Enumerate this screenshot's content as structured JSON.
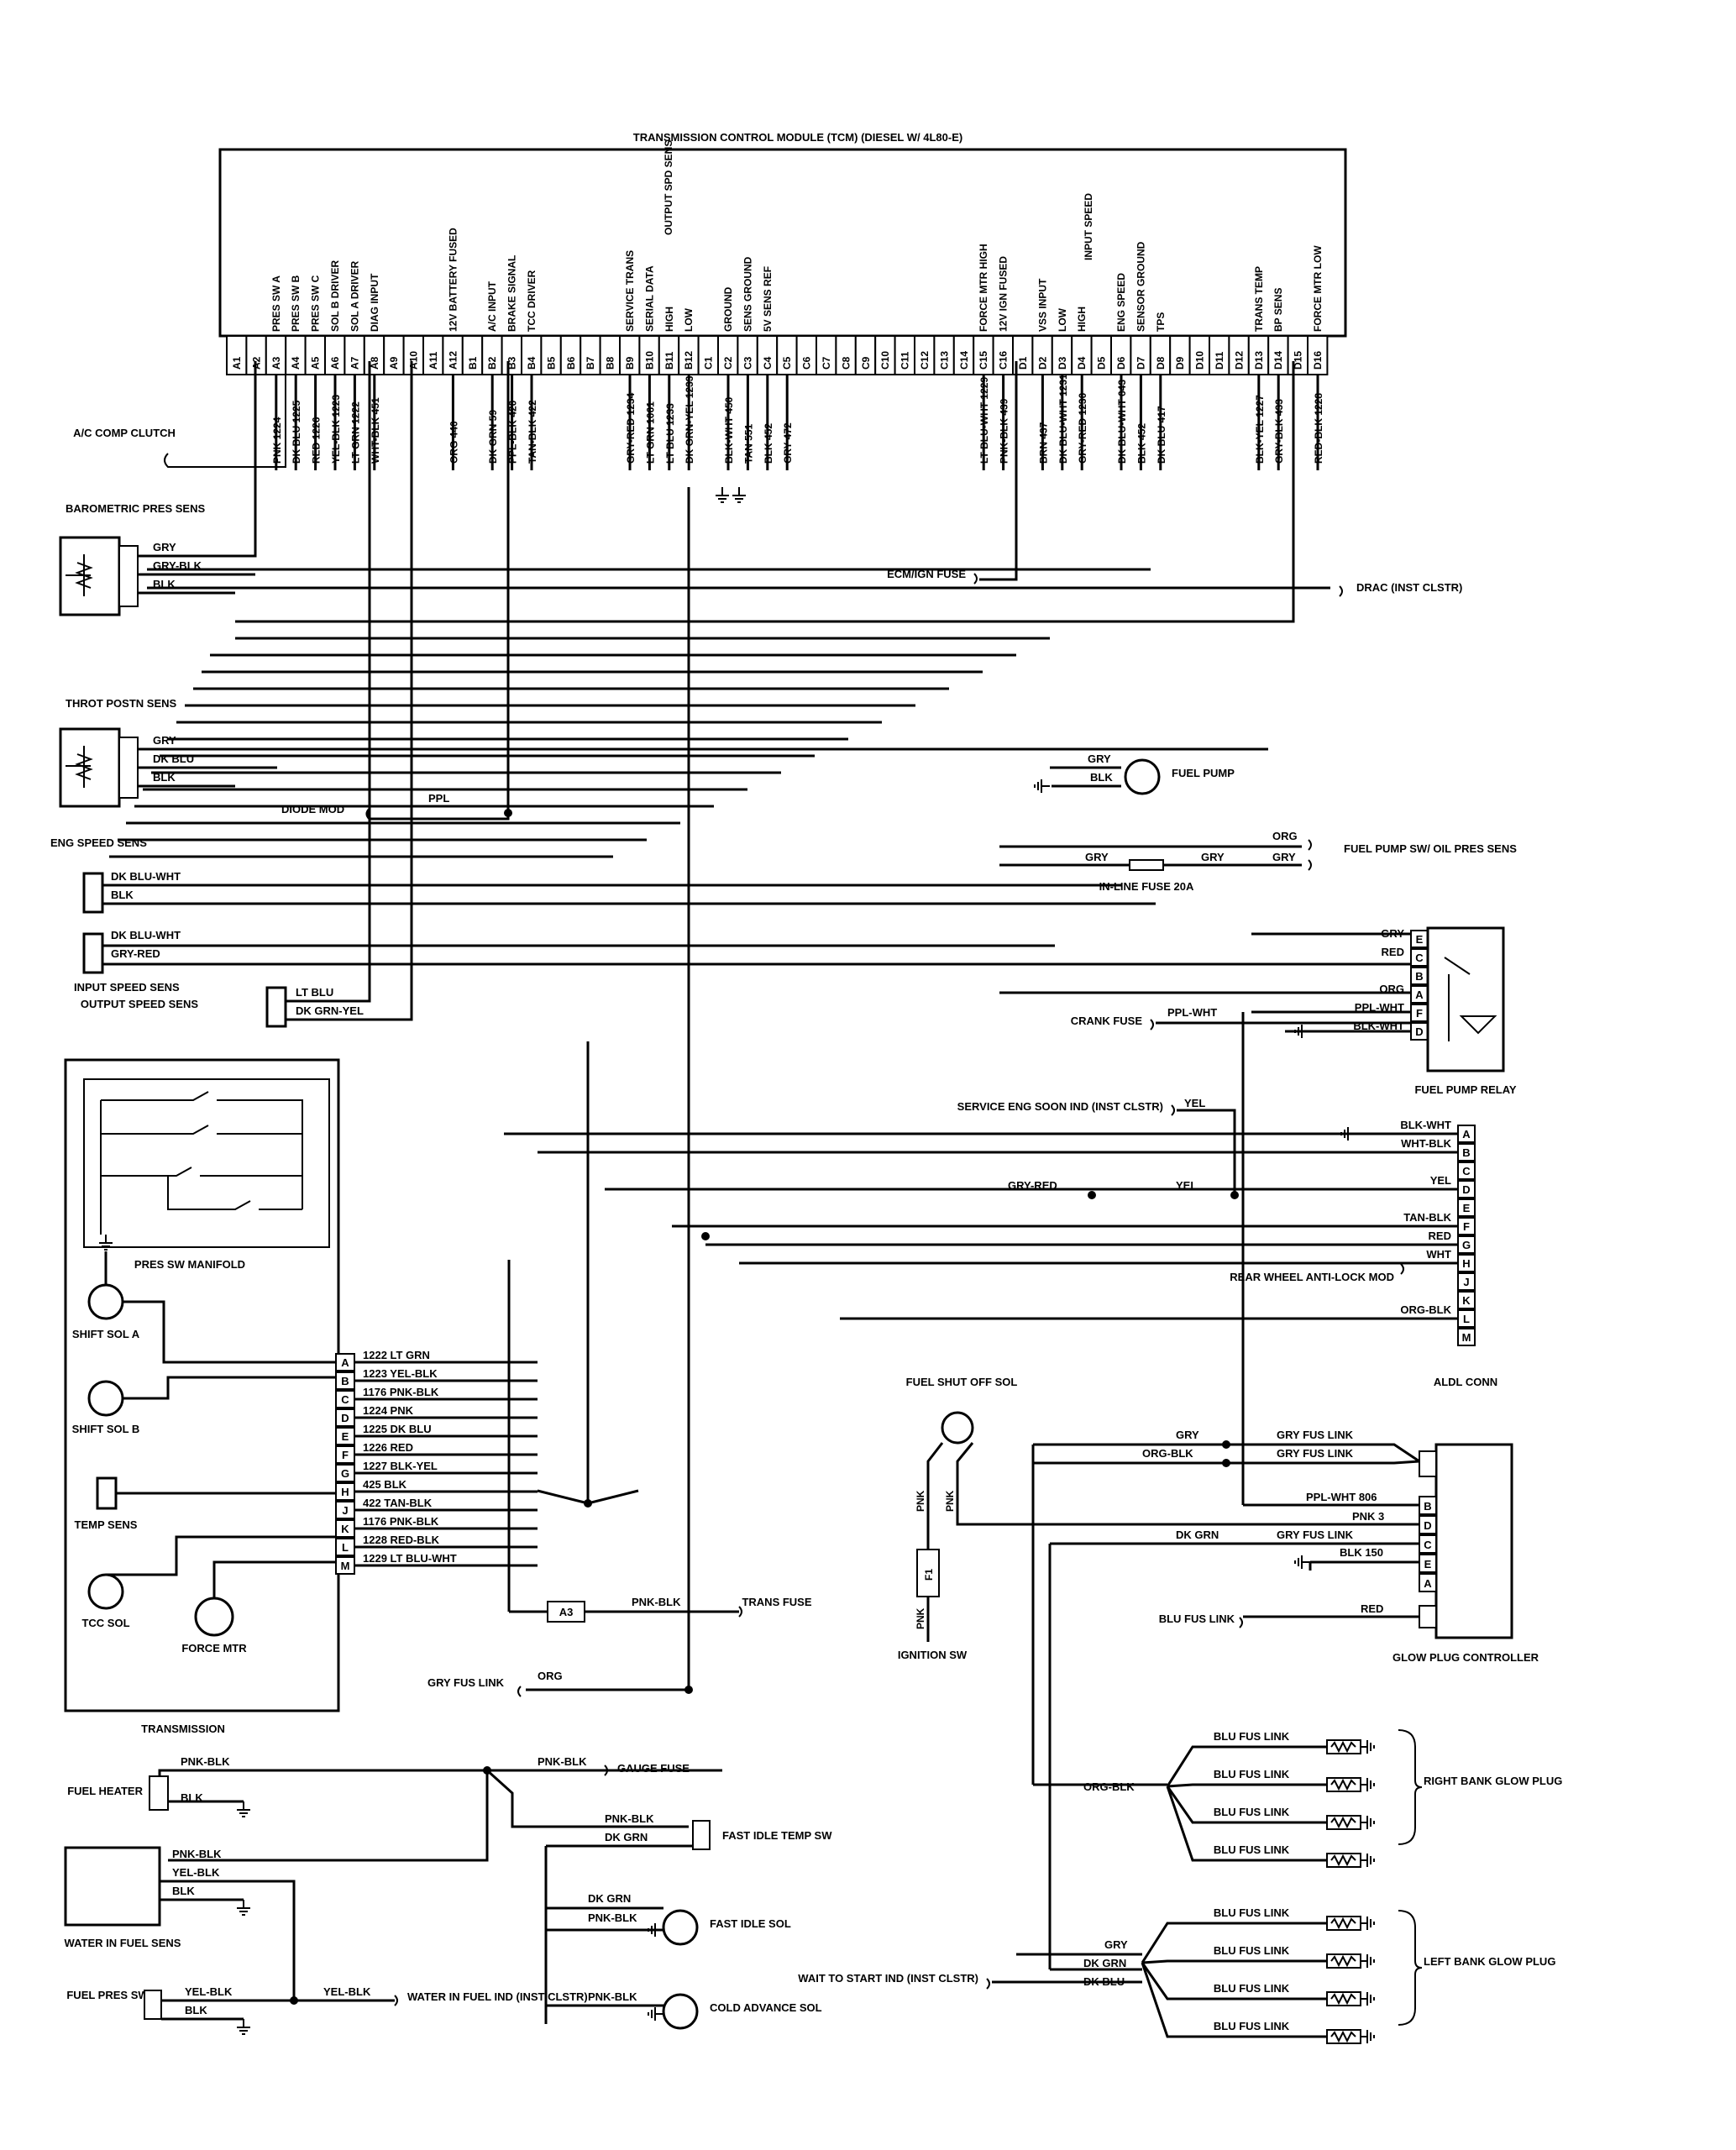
{
  "tcm": {
    "title": "TRANSMISSION CONTROL MODULE (TCM) (DIESEL W/ 4L80-E)",
    "functions": [
      {
        "pin": "A3",
        "label": "PRES SW A"
      },
      {
        "pin": "A4",
        "label": "PRES SW B"
      },
      {
        "pin": "A5",
        "label": "PRES SW C"
      },
      {
        "pin": "A6",
        "label": "SOL B DRIVER"
      },
      {
        "pin": "A7",
        "label": "SOL A DRIVER"
      },
      {
        "pin": "A8",
        "label": "DIAG INPUT"
      },
      {
        "pin": "A12",
        "label": "12V BATTERY FUSED"
      },
      {
        "pin": "B2",
        "label": "A/C INPUT"
      },
      {
        "pin": "B3",
        "label": "BRAKE SIGNAL"
      },
      {
        "pin": "B4",
        "label": "TCC DRIVER"
      },
      {
        "pin": "B9",
        "label": "SERVICE TRANS"
      },
      {
        "pin": "B10",
        "label": "SERIAL DATA"
      },
      {
        "pin": "B11",
        "label": "HIGH"
      },
      {
        "pin": "B12",
        "label": "LOW"
      },
      {
        "pin": "C2",
        "label": "GROUND"
      },
      {
        "pin": "C3",
        "label": "SENS GROUND"
      },
      {
        "pin": "C4",
        "label": "5V SENS REF"
      },
      {
        "pin": "C15",
        "label": "FORCE MTR HIGH"
      },
      {
        "pin": "C16",
        "label": "12V IGN FUSED"
      },
      {
        "pin": "D2",
        "label": "VSS INPUT"
      },
      {
        "pin": "D3",
        "label": "LOW"
      },
      {
        "pin": "D4",
        "label": "HIGH"
      },
      {
        "pin": "D6",
        "label": "ENG SPEED"
      },
      {
        "pin": "D7",
        "label": "SENSOR GROUND"
      },
      {
        "pin": "D8",
        "label": "TPS"
      },
      {
        "pin": "D13",
        "label": "TRANS TEMP"
      },
      {
        "pin": "D14",
        "label": "BP SENS"
      },
      {
        "pin": "D16",
        "label": "FORCE MTR LOW"
      }
    ],
    "group_labels": {
      "output_spd_sens": "OUTPUT SPD SENS",
      "input_speed": "INPUT SPEED"
    },
    "pins": [
      "A1",
      "A2",
      "A3",
      "A4",
      "A5",
      "A6",
      "A7",
      "A8",
      "A9",
      "A10",
      "A11",
      "A12",
      "B1",
      "B2",
      "B3",
      "B4",
      "B5",
      "B6",
      "B7",
      "B8",
      "B9",
      "B10",
      "B11",
      "B12",
      "C1",
      "C2",
      "C3",
      "C4",
      "C5",
      "C6",
      "C7",
      "C8",
      "C9",
      "C10",
      "C11",
      "C12",
      "C13",
      "C14",
      "C15",
      "C16",
      "D1",
      "D2",
      "D3",
      "D4",
      "D5",
      "D6",
      "D7",
      "D8",
      "D9",
      "D10",
      "D11",
      "D12",
      "D13",
      "D14",
      "D15",
      "D16"
    ],
    "wires": [
      {
        "pin": "A3",
        "label": "PNK 1224"
      },
      {
        "pin": "A4",
        "label": "DK BLU 1225"
      },
      {
        "pin": "A5",
        "label": "RED 1226"
      },
      {
        "pin": "A6",
        "label": "YEL-BLK 1223"
      },
      {
        "pin": "A7",
        "label": "LT GRN 1222"
      },
      {
        "pin": "A8",
        "label": "WHT-BLK 451"
      },
      {
        "pin": "A12",
        "label": "ORG 440"
      },
      {
        "pin": "B2",
        "label": "DK GRN 59"
      },
      {
        "pin": "B3",
        "label": "PPL-BLK 420"
      },
      {
        "pin": "B4",
        "label": "TAN-BLK 422"
      },
      {
        "pin": "B9",
        "label": "GRY-RED 1234"
      },
      {
        "pin": "B10",
        "label": "LT GRN 1061"
      },
      {
        "pin": "B11",
        "label": "LT BLU 1233"
      },
      {
        "pin": "B12",
        "label": "DK GRN-YEL 1233"
      },
      {
        "pin": "C2",
        "label": "BLK-WHT 450"
      },
      {
        "pin": "C3",
        "label": "TAN 551"
      },
      {
        "pin": "C4",
        "label": "BLK 452"
      },
      {
        "pin": "C5",
        "label": "GRY 472"
      },
      {
        "pin": "C15",
        "label": "LT BLU-WHT 1229"
      },
      {
        "pin": "C16",
        "label": "PNK-BLK 439"
      },
      {
        "pin": "D2",
        "label": "BRN 437"
      },
      {
        "pin": "D3",
        "label": "DK BLU-WHT 1231"
      },
      {
        "pin": "D4",
        "label": "GRY-RED 1230"
      },
      {
        "pin": "D6",
        "label": "DK BLU-WHT 643"
      },
      {
        "pin": "D7",
        "label": "BLK 452"
      },
      {
        "pin": "D8",
        "label": "DK BLU 417"
      },
      {
        "pin": "D13",
        "label": "BLK-YEL 1227"
      },
      {
        "pin": "D14",
        "label": "GRY-BLK 433"
      },
      {
        "pin": "D16",
        "label": "RED-BLK 1228"
      }
    ]
  },
  "left": {
    "ac_comp_clutch": "A/C COMP CLUTCH",
    "baro": {
      "title": "BAROMETRIC PRES SENS",
      "wires": [
        "GRY",
        "GRY-BLK",
        "BLK"
      ]
    },
    "throt": {
      "title": "THROT POSTN SENS",
      "wires": [
        "GRY",
        "DK BLU",
        "BLK"
      ]
    },
    "diode_mod": "DIODE MOD",
    "diode_wire": "PPL",
    "eng_speed": {
      "title": "ENG SPEED SENS",
      "wires": [
        "DK BLU-WHT",
        "BLK"
      ]
    },
    "input_speed": {
      "title": "INPUT SPEED SENS",
      "wires": [
        "DK BLU-WHT",
        "GRY-RED"
      ]
    },
    "output_speed": {
      "title": "OUTPUT SPEED SENS",
      "wires": [
        "LT BLU",
        "DK GRN-YEL"
      ]
    },
    "pres_sw_manifold": "PRES SW MANIFOLD",
    "shift_sol_a": "SHIFT SOL A",
    "shift_sol_b": "SHIFT SOL B",
    "temp_sens": "TEMP SENS",
    "tcc_sol": "TCC SOL",
    "force_mtr": "FORCE MTR",
    "transmission": "TRANSMISSION",
    "connector": [
      {
        "pin": "A",
        "label": "1222 LT GRN"
      },
      {
        "pin": "B",
        "label": "1223 YEL-BLK"
      },
      {
        "pin": "C",
        "label": "1176 PNK-BLK"
      },
      {
        "pin": "D",
        "label": "1224 PNK"
      },
      {
        "pin": "E",
        "label": "1225 DK BLU"
      },
      {
        "pin": "F",
        "label": "1226 RED"
      },
      {
        "pin": "G",
        "label": "1227 BLK-YEL"
      },
      {
        "pin": "H",
        "label": "425 BLK"
      },
      {
        "pin": "J",
        "label": "422 TAN-BLK"
      },
      {
        "pin": "K",
        "label": "1176 PNK-BLK"
      },
      {
        "pin": "L",
        "label": "1228 RED-BLK"
      },
      {
        "pin": "M",
        "label": "1229 LT BLU-WHT"
      }
    ],
    "a3_label": "A3",
    "a3_wire": "PNK-BLK",
    "trans_fuse": "TRANS FUSE",
    "gry_fus_link": "GRY FUS LINK",
    "gry_fus_wire": "ORG"
  },
  "right": {
    "ecm_ign_fuse": "ECM/IGN FUSE",
    "drac": "DRAC (INST CLSTR)",
    "fuel_pump": "FUEL PUMP",
    "fuel_pump_wires": [
      "GRY",
      "BLK"
    ],
    "fuel_pump_sw": "FUEL PUMP SW/ OIL PRES SENS",
    "fps_wires": {
      "org": "ORG",
      "gry1": "GRY",
      "gry2": "GRY",
      "gry3": "GRY"
    },
    "inline_fuse": "IN-LINE FUSE 20A",
    "fuel_pump_relay": "FUEL PUMP RELAY",
    "relay_pins": [
      {
        "pin": "E",
        "label": "GRY"
      },
      {
        "pin": "C",
        "label": "RED"
      },
      {
        "pin": "B",
        "label": ""
      },
      {
        "pin": "A",
        "label": "ORG"
      },
      {
        "pin": "F",
        "label": "PPL-WHT"
      },
      {
        "pin": "D",
        "label": "BLK-WHT"
      }
    ],
    "crank_fuse": "CRANK FUSE",
    "crank_wire": "PPL-WHT",
    "service_eng": "SERVICE ENG SOON IND (INST CLSTR)",
    "service_wire": "YEL",
    "aldl_conn": "ALDL CONN",
    "aldl_pins": [
      {
        "pin": "A",
        "label": "BLK-WHT"
      },
      {
        "pin": "B",
        "label": "WHT-BLK"
      },
      {
        "pin": "C",
        "label": ""
      },
      {
        "pin": "D",
        "label": "YEL"
      },
      {
        "pin": "E",
        "label": ""
      },
      {
        "pin": "F",
        "label": "TAN-BLK"
      },
      {
        "pin": "G",
        "label": "RED"
      },
      {
        "pin": "H",
        "label": "WHT"
      },
      {
        "pin": "J",
        "label": ""
      },
      {
        "pin": "K",
        "label": ""
      },
      {
        "pin": "L",
        "label": "ORG-BLK"
      },
      {
        "pin": "M",
        "label": ""
      }
    ],
    "aldl_mid": {
      "gry_red": "GRY-RED",
      "yel": "YEL"
    },
    "rear_wheel": "REAR WHEEL ANTI-LOCK MOD",
    "fuel_shut_off": "FUEL SHUT OFF SOL",
    "pnk": "PNK",
    "pnk2": "PNK",
    "pnk3": "PNK",
    "f1": "F1",
    "ignition_sw": "IGNITION SW",
    "glow_plug_controller": "GLOW PLUG CONTROLLER",
    "gpc_wires": {
      "gry": "GRY",
      "org_blk": "ORG-BLK",
      "gry_fus1": "GRY FUS LINK",
      "gry_fus2": "GRY FUS LINK",
      "ppl_wht": "PPL-WHT 806",
      "pnk3": "PNK 3",
      "dk_grn": "DK GRN",
      "gry_fus3": "GRY FUS LINK",
      "blk150": "BLK 150",
      "red": "RED",
      "blu_fus": "BLU FUS LINK"
    },
    "gpc_pins": [
      "B",
      "D",
      "C",
      "E",
      "A"
    ],
    "right_bank": "RIGHT BANK GLOW PLUG",
    "left_bank": "LEFT BANK GLOW PLUG",
    "blu_fus_link": "BLU FUS LINK",
    "rb_wire": "ORG-BLK",
    "lb_wires": [
      "GRY",
      "DK GRN",
      "DK BLU"
    ],
    "wait_to_start": "WAIT TO START IND (INST CLSTR)"
  },
  "bottom": {
    "fuel_heater": "FUEL HEATER",
    "fh_wires": [
      "PNK-BLK",
      "BLK"
    ],
    "gauge_fuse_wire": "PNK-BLK",
    "gauge_fuse": "GAUGE FUSE",
    "fast_idle_temp": "FAST IDLE TEMP SW",
    "fit_wires": [
      "PNK-BLK",
      "DK GRN"
    ],
    "fast_idle_sol": "FAST IDLE SOL",
    "fis_wires": [
      "DK GRN",
      "PNK-BLK"
    ],
    "cold_advance": "COLD ADVANCE SOL",
    "ca_wire": "PNK-BLK",
    "water_in_fuel_sens": "WATER IN FUEL SENS",
    "wif_wires": [
      "PNK-BLK",
      "YEL-BLK",
      "BLK"
    ],
    "fuel_pres_sw": "FUEL PRES SW",
    "fps_wires": [
      "YEL-BLK",
      "BLK"
    ],
    "wif_ind_wire": "YEL-BLK",
    "wif_ind": "WATER IN FUEL IND (INST CLSTR)"
  }
}
